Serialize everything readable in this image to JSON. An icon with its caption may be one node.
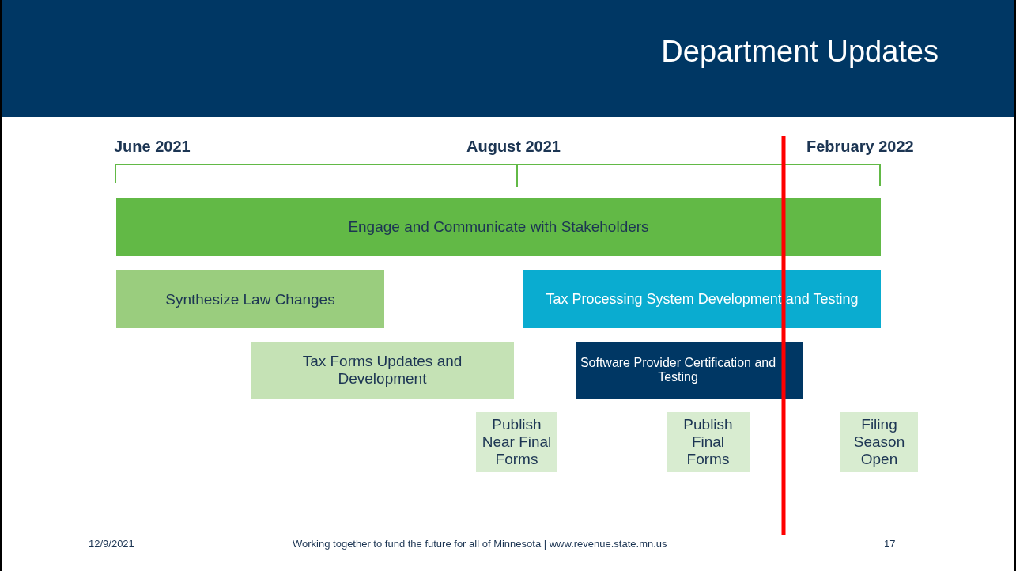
{
  "diagram": {
    "title": "Department Updates",
    "nodes": [
      {
        "text": [
          "Engage and Communicate with Stakeholders"
        ]
      },
      {
        "text": [
          "Synthesize Law Changes"
        ]
      },
      {
        "text": [
          "Tax Processing System Development and Testing"
        ]
      },
      {
        "text": [
          "Tax Forms Updates and Development"
        ]
      },
      {
        "text": [
          "Software Provider Certification and Testing"
        ]
      },
      {
        "text": [
          "Publish Near Final Forms"
        ]
      },
      {
        "text": [
          "Publish Final Forms"
        ]
      },
      {
        "text": [
          "Filing Season Open"
        ]
      }
    ],
    "labels": [
      "June 2021",
      "August 2021",
      "February 2022",
      "12/9/2021",
      "Working together to fund the future for all of Minnesota | www.revenue.state.mn.us",
      "17"
    ]
  }
}
